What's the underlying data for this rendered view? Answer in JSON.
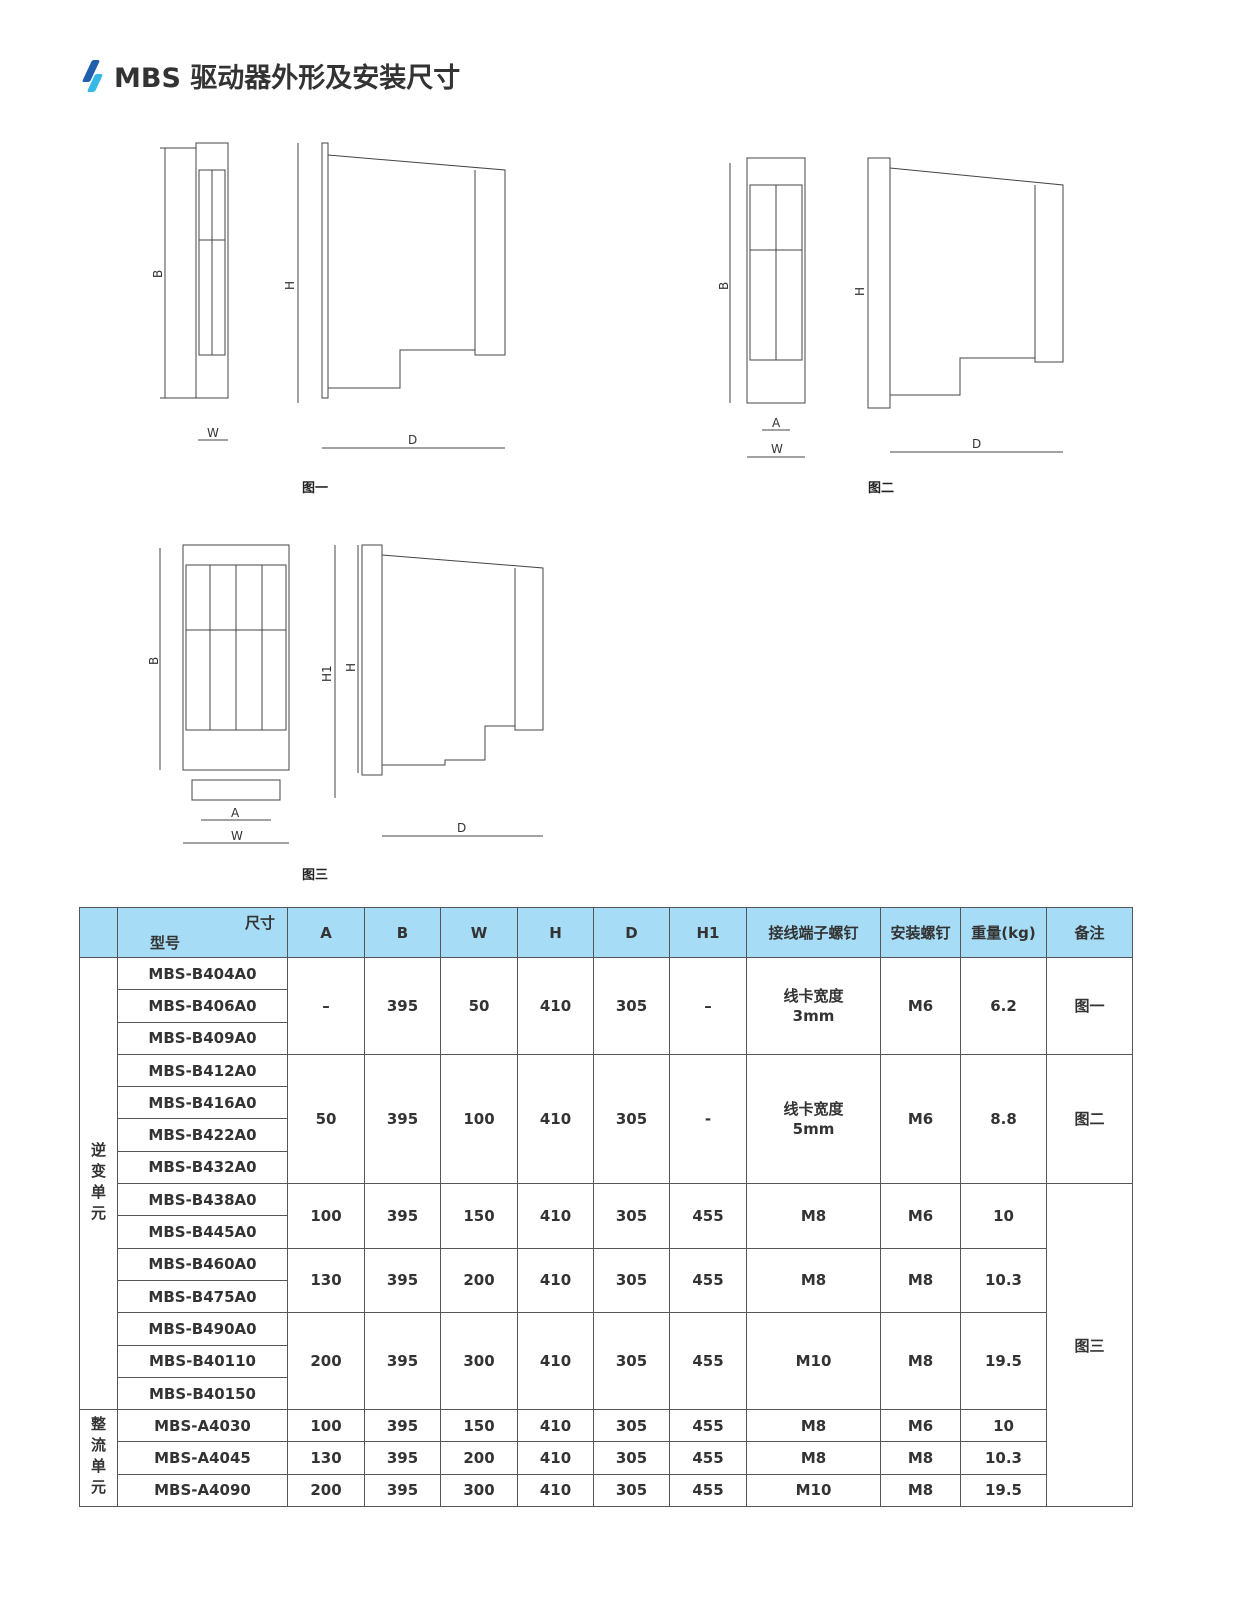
{
  "title": "MBS 驱动器外形及安装尺寸",
  "figures": {
    "fig1": {
      "caption": "图一",
      "labels": {
        "B": "B",
        "H": "H",
        "W": "W",
        "D": "D"
      }
    },
    "fig2": {
      "caption": "图二",
      "labels": {
        "B": "B",
        "H": "H",
        "W": "W",
        "D": "D",
        "A": "A"
      }
    },
    "fig3": {
      "caption": "图三",
      "labels": {
        "B": "B",
        "H": "H",
        "H1": "H1",
        "W": "W",
        "D": "D",
        "A": "A"
      }
    }
  },
  "table": {
    "header": {
      "diag_top": "尺寸",
      "diag_bottom": "型号",
      "cols": [
        "A",
        "B",
        "W",
        "H",
        "D",
        "H1",
        "接线端子螺钉",
        "安装螺钉",
        "重量(kg)",
        "备注"
      ]
    },
    "groups": [
      {
        "name": "逆变单元",
        "models": [
          "MBS-B404A0",
          "MBS-B406A0",
          "MBS-B409A0",
          "MBS-B412A0",
          "MBS-B416A0",
          "MBS-B422A0",
          "MBS-B432A0",
          "MBS-B438A0",
          "MBS-B445A0",
          "MBS-B460A0",
          "MBS-B475A0",
          "MBS-B490A0",
          "MBS-B40110",
          "MBS-B40150"
        ]
      },
      {
        "name": "整流单元",
        "models": [
          "MBS-A4030",
          "MBS-A4045",
          "MBS-A4090"
        ]
      }
    ],
    "blocks": [
      {
        "rows": 3,
        "values": [
          "–",
          "395",
          "50",
          "410",
          "305",
          "–",
          "线卡宽度\n3mm",
          "M6",
          "6.2"
        ]
      },
      {
        "rows": 4,
        "values": [
          "50",
          "395",
          "100",
          "410",
          "305",
          "-",
          "线卡宽度\n5mm",
          "M6",
          "8.8"
        ]
      },
      {
        "rows": 2,
        "values": [
          "100",
          "395",
          "150",
          "410",
          "305",
          "455",
          "M8",
          "M6",
          "10"
        ]
      },
      {
        "rows": 2,
        "values": [
          "130",
          "395",
          "200",
          "410",
          "305",
          "455",
          "M8",
          "M8",
          "10.3"
        ]
      },
      {
        "rows": 3,
        "values": [
          "200",
          "395",
          "300",
          "410",
          "305",
          "455",
          "M10",
          "M8",
          "19.5"
        ]
      },
      {
        "rows": 1,
        "values": [
          "100",
          "395",
          "150",
          "410",
          "305",
          "455",
          "M8",
          "M6",
          "10"
        ]
      },
      {
        "rows": 1,
        "values": [
          "130",
          "395",
          "200",
          "410",
          "305",
          "455",
          "M8",
          "M8",
          "10.3"
        ]
      },
      {
        "rows": 1,
        "values": [
          "200",
          "395",
          "300",
          "410",
          "305",
          "455",
          "M10",
          "M8",
          "19.5"
        ]
      }
    ],
    "notes": [
      {
        "rows": 3,
        "text": "图一"
      },
      {
        "rows": 4,
        "text": "图二"
      },
      {
        "rows": 10,
        "text": "图三"
      }
    ]
  }
}
